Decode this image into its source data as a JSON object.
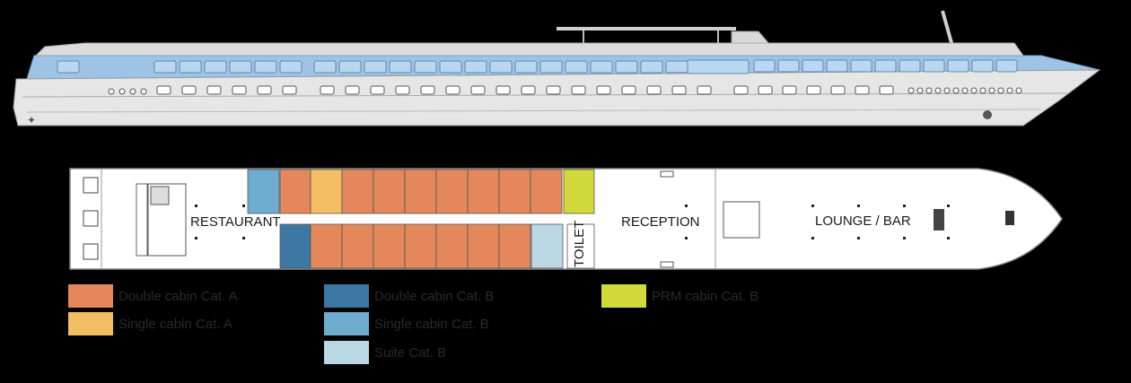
{
  "deck_labels": {
    "restaurant": "RESTAURANT",
    "reception": "RECEPTION",
    "lounge_bar": "LOUNGE / BAR",
    "toilet": "TOILET"
  },
  "legend": [
    {
      "label": "Double cabin Cat. A",
      "color": "#E4875A"
    },
    {
      "label": "Single cabin Cat. A",
      "color": "#F2BE62"
    },
    {
      "label": "Double cabin Cat. B",
      "color": "#3E77A4"
    },
    {
      "label": "Single cabin Cat. B",
      "color": "#6EADD0"
    },
    {
      "label": "Suite Cat. B",
      "color": "#B9D8E4"
    },
    {
      "label": "PRM cabin Cat. B",
      "color": "#D2D93A"
    }
  ],
  "colors": {
    "hull": "#E6E6E6",
    "window_band": "#9DC3E6",
    "deck": "#FFFFFF"
  }
}
